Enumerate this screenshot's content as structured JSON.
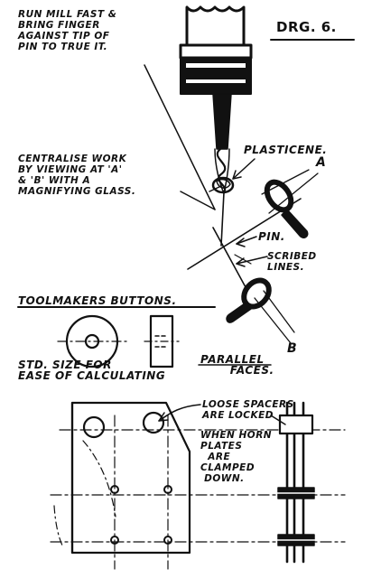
{
  "drawing_id": "DRG. 6.",
  "labels": {
    "run_mill": "RUN MILL FAST &\nBRING FINGER\nAGAINST TIP OF\nPIN TO TRUE IT.",
    "centralise": "CENTRALISE WORK\nBY VIEWING AT 'A'\n& 'B' WITH A\nMAGNIFYING GLASS.",
    "plasticene": "PLASTICENE.",
    "marker_a": "A",
    "pin": "PIN.",
    "scribed_lines": "SCRIBED\nLINES.",
    "toolmakers_buttons": "TOOLMAKERS BUTTONS.",
    "marker_b": "B",
    "parallel_faces": "PARALLEL\n       FACES.",
    "std_size": "STD. SIZE FOR\nEASE OF CALCULATING",
    "loose_spacers": "LOOSE SPACERS\nARE LOCKED",
    "when_horn": "WHEN HORN\nPLATES\n  ARE\nCLAMPED\n DOWN."
  }
}
